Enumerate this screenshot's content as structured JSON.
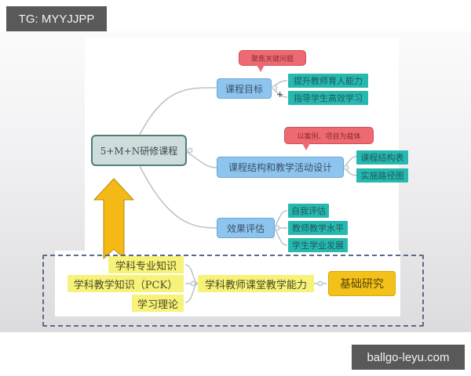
{
  "watermarks": {
    "top_left": "TG: MYYJJPP",
    "bottom_right": "ballgo-leyu.com"
  },
  "mindmap": {
    "root": "5+M+N研修课程",
    "branches": [
      {
        "label": "课程目标",
        "callout": "聚焦关键问题",
        "children": [
          "提升教师育人能力",
          "指导学生高效学习"
        ]
      },
      {
        "label": "课程结构和教学活动设计",
        "callout": "以案例、项目为载体",
        "children": [
          "课程结构表",
          "实施路径图"
        ]
      },
      {
        "label": "效果评估",
        "children": [
          "自我评估",
          "教师教学水平",
          "学生学业发展"
        ]
      }
    ],
    "expand_marker": "+",
    "foundation": {
      "inputs": [
        "学科专业知识",
        "学科教学知识（PCK）",
        "学习理论"
      ],
      "middle": "学科教师课堂教学能力",
      "result": "基础研究"
    }
  },
  "colors": {
    "root_fill": "#cfdcdc",
    "branch_fill": "#8ec5ee",
    "leaf_fill": "#27b8b0",
    "callout_fill": "#ee6a72",
    "highlight_yellow": "#f6f27a",
    "result_orange": "#f3c21a",
    "arrow_orange": "#f5b915",
    "dash_frame": "#5a6b86"
  }
}
